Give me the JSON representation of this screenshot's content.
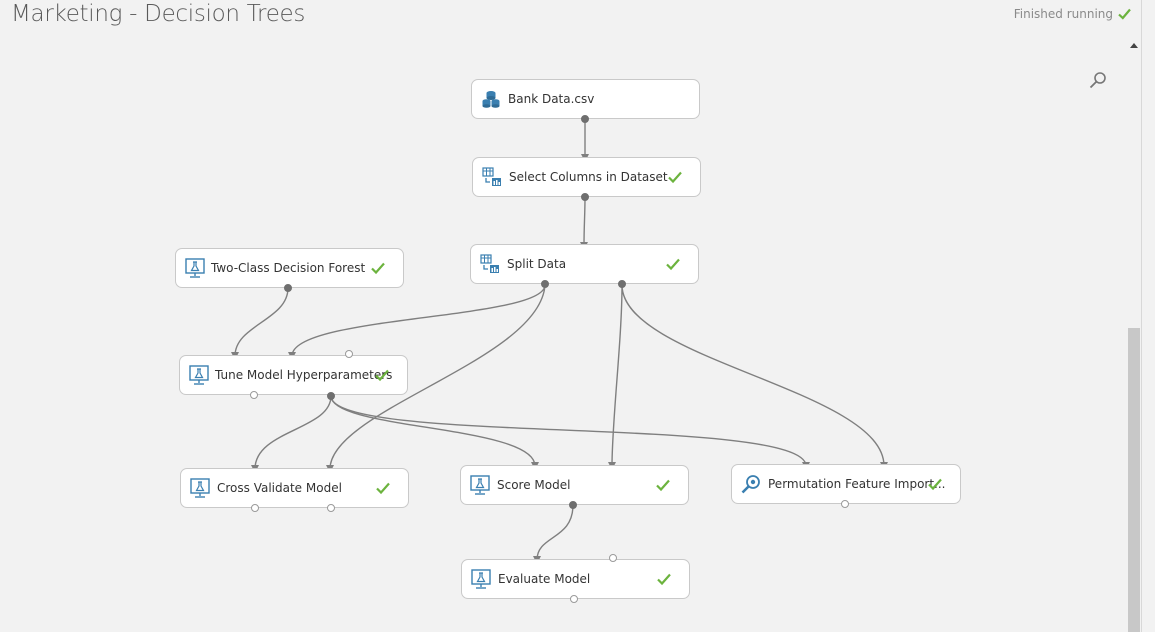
{
  "experiment": {
    "title": "Marketing - Decision Trees",
    "status_text": "Finished running"
  },
  "colors": {
    "accent_check": "#6cb33e",
    "module_icon_blue": "#3a7fb0",
    "wire": "#7f7f7f"
  },
  "modules": [
    {
      "id": "bank-data",
      "label": "Bank Data.csv",
      "icon": "dataset-icon",
      "completed": false
    },
    {
      "id": "select-columns",
      "label": "Select Columns in Dataset",
      "icon": "data-transform-icon",
      "completed": true
    },
    {
      "id": "split-data",
      "label": "Split Data",
      "icon": "data-transform-icon",
      "completed": true
    },
    {
      "id": "two-class-forest",
      "label": "Two-Class Decision Forest",
      "icon": "ml-module-icon",
      "completed": true
    },
    {
      "id": "tune-model",
      "label": "Tune Model Hyperparameters",
      "icon": "ml-module-icon",
      "completed": true
    },
    {
      "id": "cross-validate",
      "label": "Cross Validate Model",
      "icon": "ml-module-icon",
      "completed": true
    },
    {
      "id": "score-model",
      "label": "Score Model",
      "icon": "ml-module-icon",
      "completed": true
    },
    {
      "id": "permutation",
      "label": "Permutation Feature Import...",
      "icon": "feature-search-icon",
      "completed": true
    },
    {
      "id": "evaluate-model",
      "label": "Evaluate Model",
      "icon": "ml-module-icon",
      "completed": true
    }
  ],
  "toolbar": {
    "search_icon": "search-icon"
  }
}
